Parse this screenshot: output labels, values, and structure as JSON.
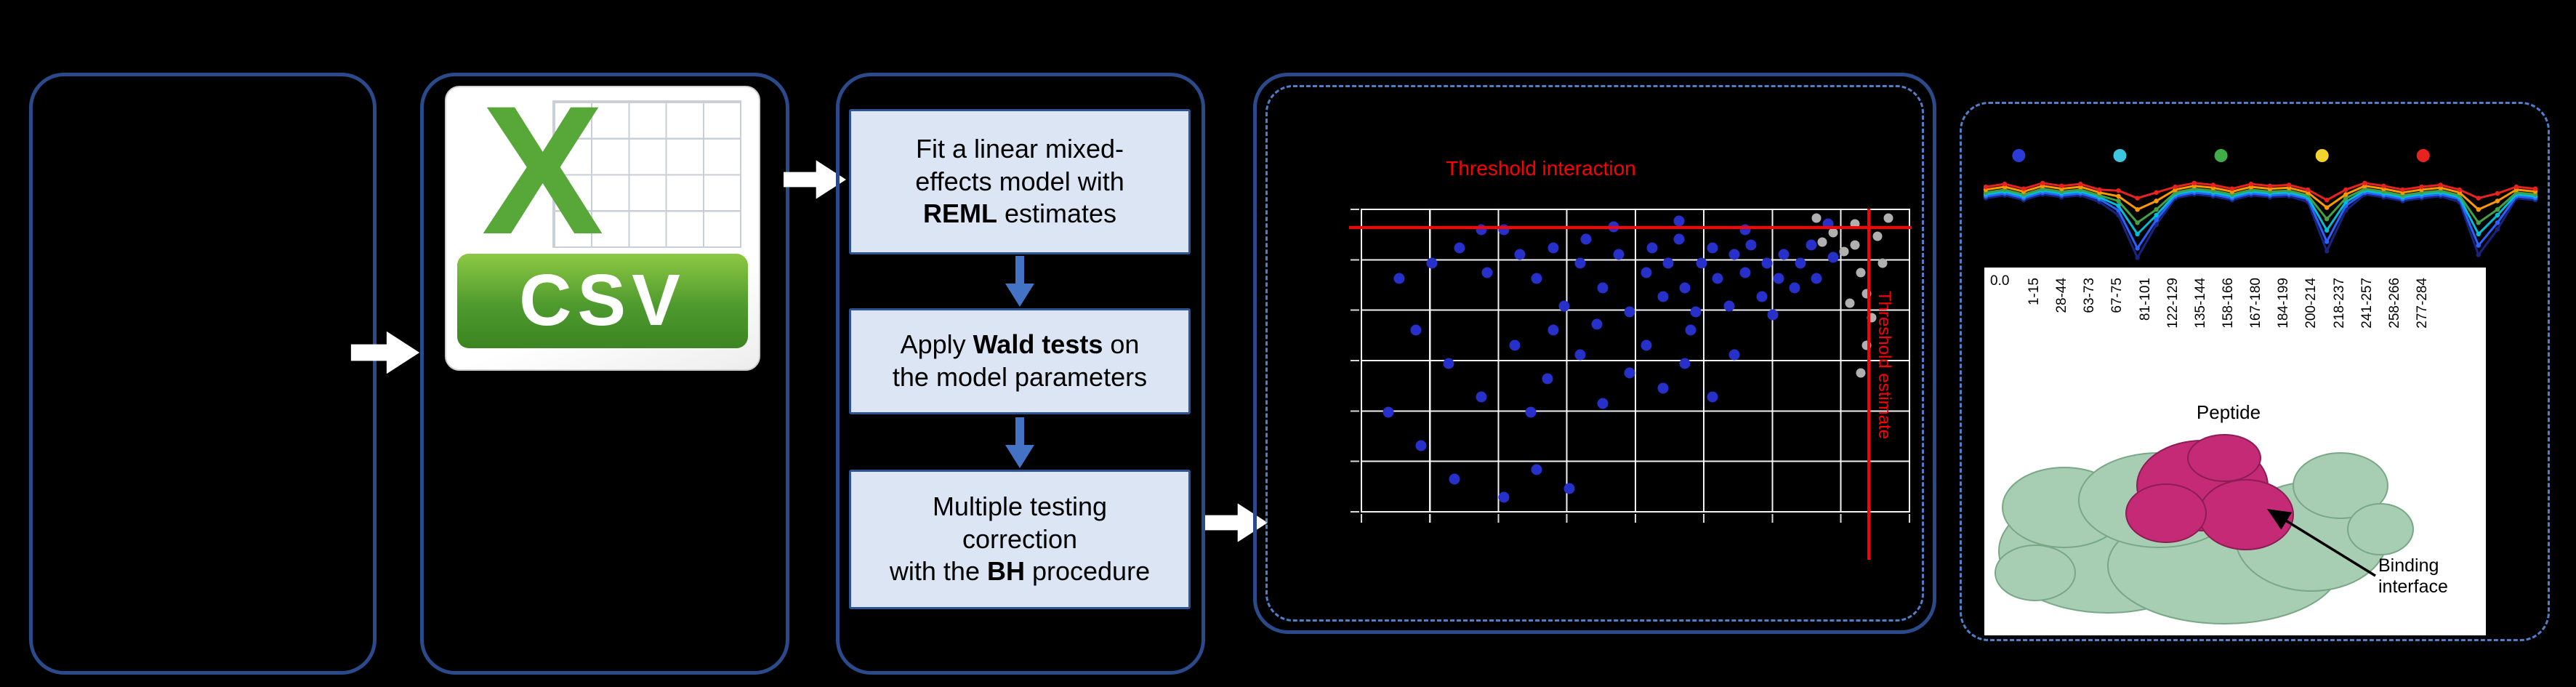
{
  "figure": {
    "bg": "#000000",
    "solid_border": "#2a4a8b",
    "dashed_border": "#4f7fc9"
  },
  "csv": {
    "letter": "X",
    "label": "CSV",
    "green": "#58a839",
    "banner_green": "#4e9a2e"
  },
  "pipeline": {
    "box_fill": "#dbe5f3",
    "box_border": "#2f5496",
    "arrow_blue": "#4472c4",
    "steps": [
      {
        "name": "reml",
        "lines": [
          [
            {
              "t": "Fit a linear mixed-"
            }
          ],
          [
            {
              "t": "effects model with"
            }
          ],
          [
            {
              "t": "REML",
              "b": true
            },
            {
              "t": " estimates"
            }
          ]
        ]
      },
      {
        "name": "wald",
        "lines": [
          [
            {
              "t": "Apply "
            },
            {
              "t": "Wald tests",
              "b": true
            },
            {
              "t": " on"
            }
          ],
          [
            {
              "t": "the model parameters"
            }
          ]
        ]
      },
      {
        "name": "bh",
        "lines": [
          [
            {
              "t": "Multiple testing"
            }
          ],
          [
            {
              "t": "correction"
            }
          ],
          [
            {
              "t": "with the "
            },
            {
              "t": "BH",
              "b": true
            },
            {
              "t": " procedure"
            }
          ]
        ]
      }
    ]
  },
  "scatter": {
    "title": "Threshold interaction",
    "side_label": "Threshold estimate",
    "threshold_color": "#ff0000",
    "point_color": "#2730c8",
    "ns_point_color": "#b0b0b0",
    "grid_color": "#ffffff",
    "hline_pct": 6,
    "vline_pct": 92.5,
    "points": [
      [
        13,
        18
      ],
      [
        18,
        13
      ],
      [
        23,
        21
      ],
      [
        26,
        7
      ],
      [
        29,
        15
      ],
      [
        32,
        23
      ],
      [
        35,
        13
      ],
      [
        37,
        32
      ],
      [
        40,
        18
      ],
      [
        41,
        10
      ],
      [
        44,
        26
      ],
      [
        47,
        15
      ],
      [
        49,
        34
      ],
      [
        52,
        21
      ],
      [
        53,
        13
      ],
      [
        55,
        29
      ],
      [
        56,
        18
      ],
      [
        58,
        10
      ],
      [
        59,
        26
      ],
      [
        61,
        34
      ],
      [
        62,
        18
      ],
      [
        64,
        13
      ],
      [
        65,
        23
      ],
      [
        67,
        32
      ],
      [
        68,
        15
      ],
      [
        70,
        21
      ],
      [
        71,
        12
      ],
      [
        73,
        29
      ],
      [
        74,
        18
      ],
      [
        76,
        23
      ],
      [
        77,
        15
      ],
      [
        79,
        26
      ],
      [
        80,
        18
      ],
      [
        82,
        12
      ],
      [
        83,
        23
      ],
      [
        16,
        51
      ],
      [
        22,
        62
      ],
      [
        28,
        45
      ],
      [
        31,
        67
      ],
      [
        34,
        56
      ],
      [
        40,
        48
      ],
      [
        44,
        64
      ],
      [
        49,
        54
      ],
      [
        52,
        45
      ],
      [
        55,
        59
      ],
      [
        59,
        51
      ],
      [
        64,
        62
      ],
      [
        68,
        48
      ],
      [
        10,
        40
      ],
      [
        7,
        23
      ],
      [
        5,
        67
      ],
      [
        11,
        78
      ],
      [
        17,
        89
      ],
      [
        26,
        95
      ],
      [
        32,
        86
      ],
      [
        38,
        92
      ],
      [
        22,
        7
      ],
      [
        46,
        6
      ],
      [
        70,
        7
      ],
      [
        85,
        5
      ],
      [
        58,
        4
      ],
      [
        35,
        40
      ],
      [
        60,
        40
      ],
      [
        75,
        35
      ],
      [
        43,
        38
      ],
      [
        86,
        16
      ]
    ],
    "ns_points": [
      [
        83,
        3
      ],
      [
        86,
        8
      ],
      [
        88,
        14
      ],
      [
        90,
        5
      ],
      [
        91,
        21
      ],
      [
        92,
        28
      ],
      [
        93,
        36
      ],
      [
        92,
        45
      ],
      [
        91,
        54
      ],
      [
        90,
        12
      ],
      [
        94,
        9
      ],
      [
        89,
        31
      ],
      [
        96,
        3
      ],
      [
        84,
        11
      ],
      [
        95,
        18
      ]
    ]
  },
  "profile": {
    "legend_dots": [
      "#2a3bd7",
      "#3ec6e0",
      "#3fae49",
      "#f2d22e",
      "#e8231f"
    ],
    "series": [
      {
        "color": "#1a237e",
        "values": [
          42,
          39,
          44,
          38,
          41,
          39,
          46,
          60,
          105,
          70,
          42,
          38,
          40,
          44,
          39,
          41,
          40,
          46,
          98,
          55,
          38,
          41,
          45,
          42,
          40,
          46,
          102,
          75,
          42,
          44
        ]
      },
      {
        "color": "#2962ff",
        "values": [
          40,
          37,
          42,
          36,
          39,
          37,
          43,
          55,
          95,
          65,
          40,
          36,
          38,
          42,
          37,
          39,
          38,
          43,
          88,
          50,
          36,
          39,
          43,
          40,
          38,
          43,
          92,
          68,
          40,
          42
        ]
      },
      {
        "color": "#00bcd4",
        "values": [
          38,
          35,
          40,
          34,
          37,
          35,
          41,
          50,
          80,
          60,
          38,
          34,
          36,
          40,
          35,
          37,
          36,
          41,
          76,
          46,
          34,
          37,
          41,
          38,
          36,
          41,
          80,
          60,
          38,
          40
        ]
      },
      {
        "color": "#43a047",
        "values": [
          36,
          33,
          38,
          32,
          35,
          33,
          39,
          45,
          68,
          54,
          36,
          32,
          34,
          38,
          33,
          35,
          34,
          39,
          64,
          42,
          32,
          35,
          39,
          36,
          34,
          39,
          68,
          54,
          36,
          38
        ]
      },
      {
        "color": "#ff9800",
        "values": [
          33,
          30,
          35,
          29,
          32,
          30,
          36,
          40,
          54,
          45,
          33,
          29,
          31,
          35,
          30,
          32,
          31,
          36,
          52,
          38,
          29,
          32,
          36,
          33,
          31,
          36,
          54,
          45,
          33,
          35
        ]
      },
      {
        "color": "#e8231f",
        "values": [
          30,
          27,
          32,
          26,
          29,
          27,
          33,
          34,
          42,
          36,
          30,
          26,
          28,
          32,
          27,
          29,
          28,
          33,
          44,
          33,
          26,
          29,
          33,
          30,
          28,
          33,
          42,
          37,
          30,
          32
        ]
      }
    ],
    "y_tick": "0.0",
    "x_label": "Peptide",
    "peptides": [
      "1-15",
      "28-44",
      "63-73",
      "67-75",
      "81-101",
      "122-129",
      "135-144",
      "158-166",
      "167-180",
      "184-199",
      "200-214",
      "218-237",
      "241-257",
      "258-266",
      "277-284"
    ]
  },
  "protein": {
    "annotation": "Binding interface",
    "body_color": "#a7cdb2",
    "body_stroke": "#79a886",
    "interface_color": "#c42a76",
    "interface_stroke": "#8e1d56"
  }
}
